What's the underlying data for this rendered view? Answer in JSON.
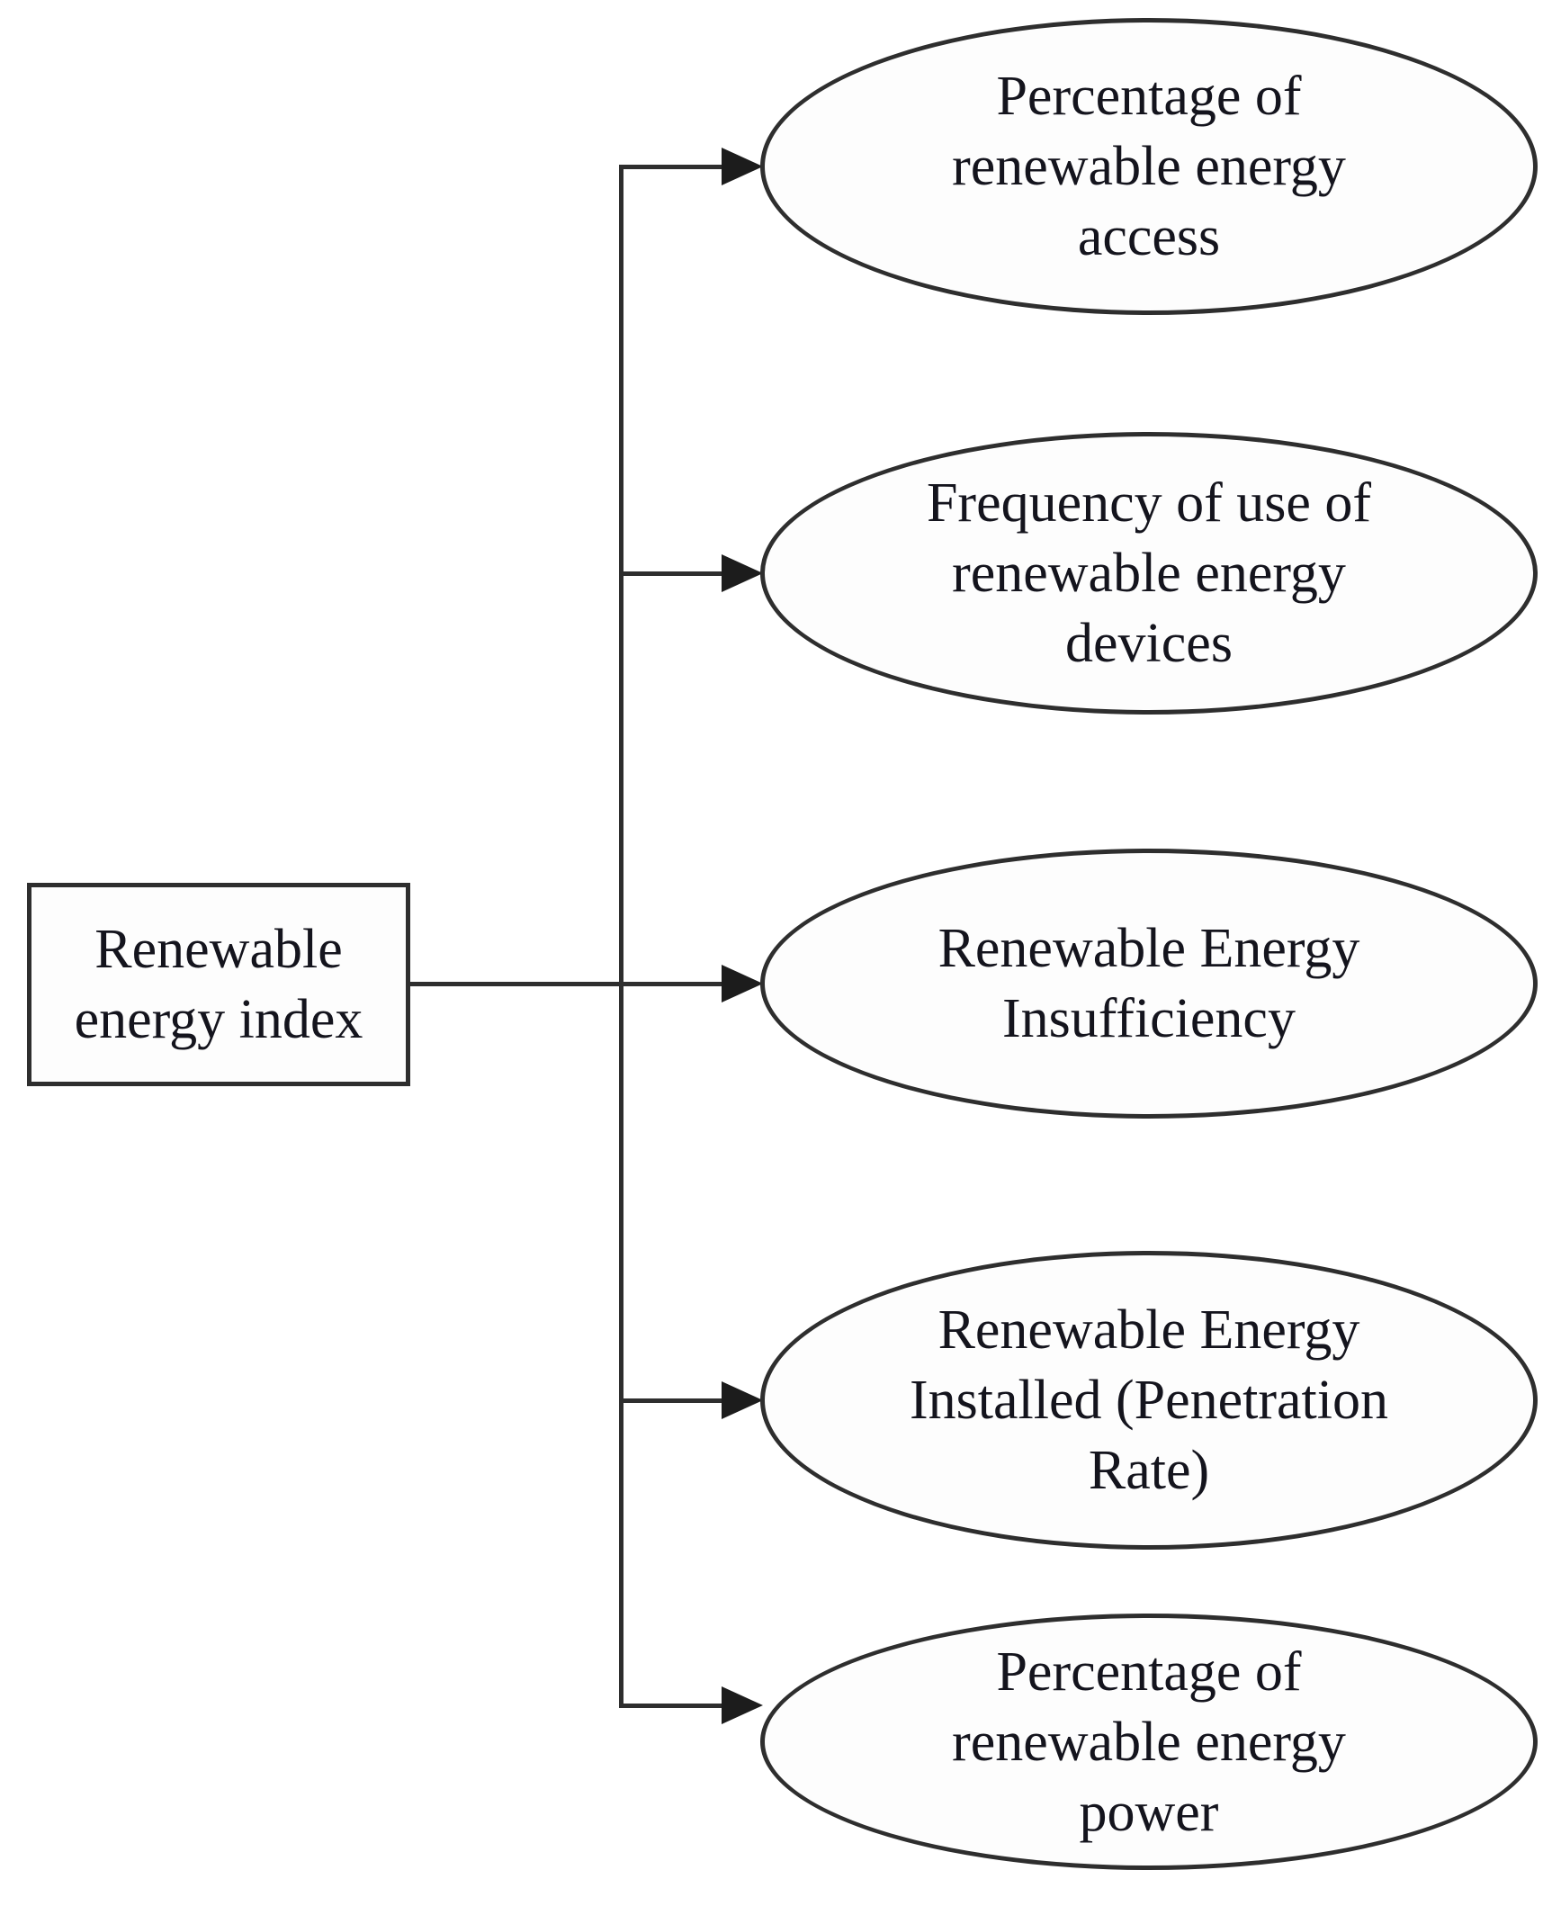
{
  "colors": {
    "stroke": "#2e2e2e",
    "arrowhead": "#1c1c1c",
    "text": "#14141d",
    "background": "#ffffff"
  },
  "diagram": {
    "root": {
      "label": "Renewable energy index",
      "label_lines": [
        "Renewable",
        "energy index"
      ]
    },
    "children": [
      {
        "label": "Percentage of renewable energy access",
        "label_lines": [
          "Percentage of",
          "renewable energy",
          "access"
        ]
      },
      {
        "label": "Frequency of use of renewable energy devices",
        "label_lines": [
          "Frequency of use of",
          "renewable energy",
          "devices"
        ]
      },
      {
        "label": "Renewable Energy Insufficiency",
        "label_lines": [
          "Renewable Energy",
          "Insufficiency"
        ]
      },
      {
        "label": "Renewable Energy Installed (Penetration Rate)",
        "label_lines": [
          "Renewable Energy",
          "Installed (Penetration",
          "Rate)"
        ]
      },
      {
        "label": "Percentage of renewable energy power",
        "label_lines": [
          "Percentage of",
          "renewable energy",
          "power"
        ]
      }
    ]
  }
}
